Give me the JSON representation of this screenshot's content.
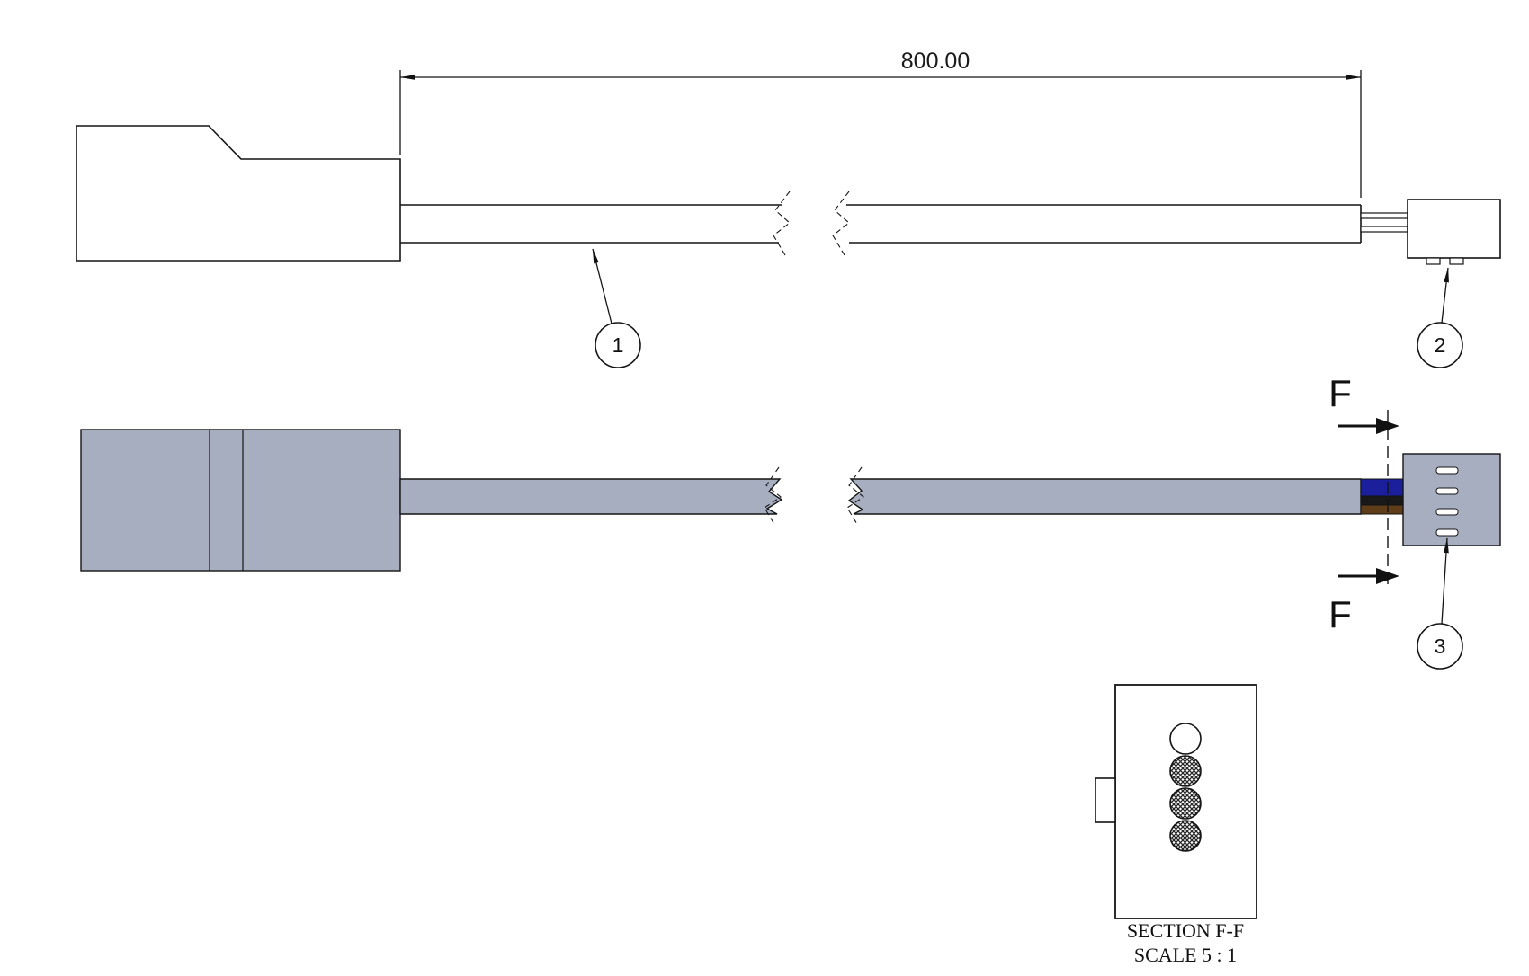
{
  "drawing": {
    "dimension": {
      "label": "800.00"
    },
    "balloons": {
      "one": "1",
      "two": "2",
      "three": "3"
    },
    "section_cut": {
      "top_label": "F",
      "bottom_label": "F"
    },
    "section_view": {
      "title": "SECTION F-F",
      "scale_note": "SCALE 5 : 1"
    },
    "colors": {
      "background": "#ffffff",
      "part_gray": "#a6aebf",
      "slot_white": "#ffffff",
      "wire_blue": "#1c1f9c",
      "wire_black": "#191919",
      "wire_brown": "#5f3d18",
      "line_black": "#141414"
    }
  }
}
